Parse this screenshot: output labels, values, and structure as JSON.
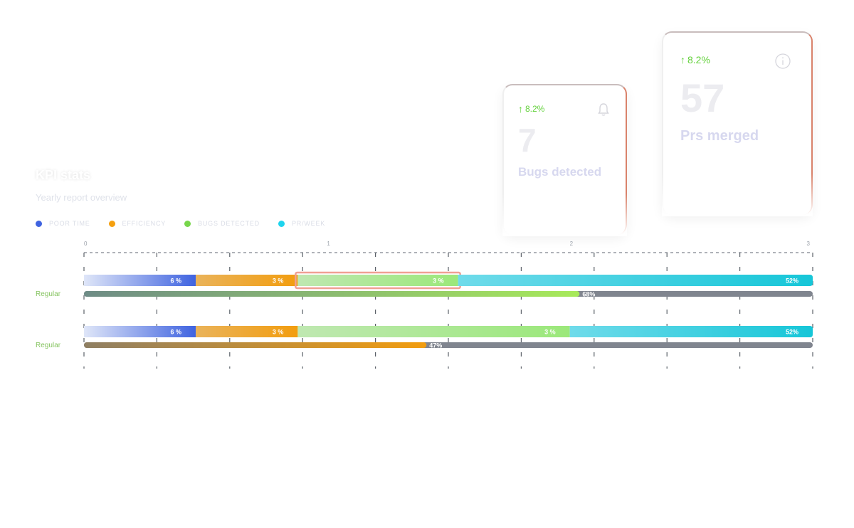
{
  "cards": {
    "bugs": {
      "trend": "8.2%",
      "value": "7",
      "label": "Bugs detected",
      "icon": "bell-icon"
    },
    "prs": {
      "trend": "8.2%",
      "value": "57",
      "label": "Prs merged",
      "icon": "info-icon"
    }
  },
  "section": {
    "title": "KPI stats",
    "subtitle": "Yearly report overview"
  },
  "legend": [
    {
      "label": "POOR TIME",
      "color": "#3f63e0"
    },
    {
      "label": "EFFICIENCY",
      "color": "#f5a00f"
    },
    {
      "label": "BUGS DETECTED",
      "color": "#77d64b"
    },
    {
      "label": "PR/WEEK",
      "color": "#1fd4ee"
    }
  ],
  "chart_data": {
    "type": "bar",
    "orientation": "horizontal-stacked",
    "xlim": [
      0,
      3
    ],
    "x_ticks": [
      "0",
      "1",
      "2",
      "3"
    ],
    "rows": [
      {
        "label": "Regular",
        "segments": [
          {
            "series": "POOR TIME",
            "start": 0,
            "end": 0.46,
            "label": "6 %"
          },
          {
            "series": "EFFICIENCY",
            "start": 0.46,
            "end": 0.88,
            "label": "3 %"
          },
          {
            "series": "BUGS DETECTED",
            "start": 0.88,
            "end": 1.54,
            "label": "3 %",
            "highlighted": true
          },
          {
            "series": "PR/WEEK",
            "start": 1.54,
            "end": 3.0,
            "label": "52%"
          }
        ],
        "progress": {
          "value": 68,
          "label": "68%",
          "track_color": "#80858f",
          "start_color": "#6e8c86",
          "end_color": "#a8ea5a"
        }
      },
      {
        "label": "Regular",
        "segments": [
          {
            "series": "POOR TIME",
            "start": 0,
            "end": 0.46,
            "label": "6 %"
          },
          {
            "series": "EFFICIENCY",
            "start": 0.46,
            "end": 0.88,
            "label": "3 %"
          },
          {
            "series": "BUGS DETECTED",
            "start": 0.88,
            "end": 2.0,
            "label": "3 %"
          },
          {
            "series": "PR/WEEK",
            "start": 2.0,
            "end": 3.0,
            "label": "52%"
          }
        ],
        "progress": {
          "value": 47,
          "label": "47%",
          "track_color": "#80858f",
          "start_color": "#8f7f63",
          "end_color": "#f29d0f"
        }
      }
    ]
  }
}
